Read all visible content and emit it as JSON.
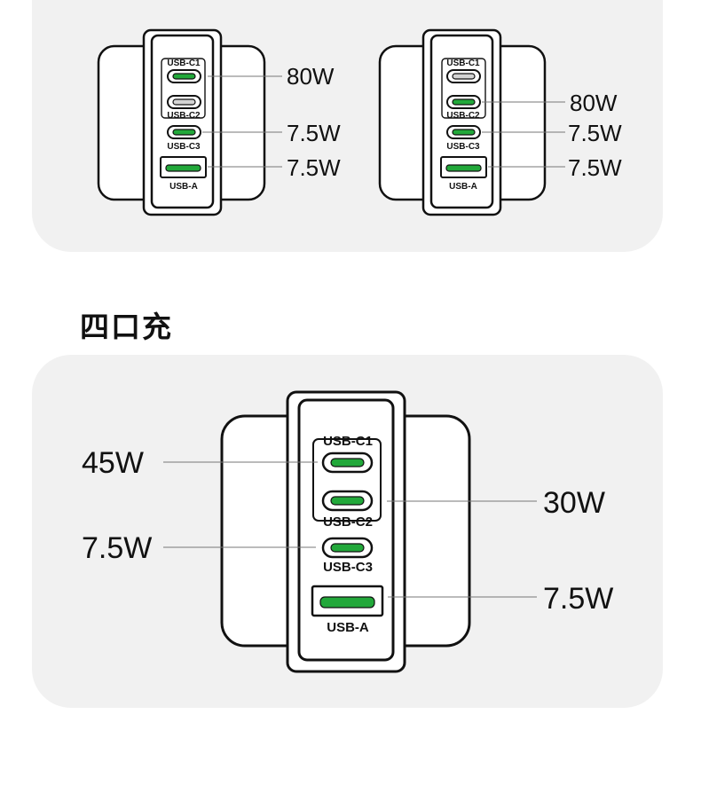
{
  "section_title": "四口充",
  "colors": {
    "active_port": "#22a83a",
    "inactive_port": "#d4d4d4",
    "outline": "#111111",
    "panel": "#f1f1f1"
  },
  "top_left": {
    "labels": {
      "c1": "USB-C1",
      "c2": "USB-C2",
      "c3": "USB-C3",
      "a": "USB-A"
    },
    "watts": {
      "c1": "80W",
      "c3": "7.5W",
      "a": "7.5W"
    },
    "active_ports": [
      "c1",
      "c3",
      "a"
    ]
  },
  "top_right": {
    "labels": {
      "c1": "USB-C1",
      "c2": "USB-C2",
      "c3": "USB-C3",
      "a": "USB-A"
    },
    "watts": {
      "c2": "80W",
      "c3": "7.5W",
      "a": "7.5W"
    },
    "active_ports": [
      "c2",
      "c3",
      "a"
    ]
  },
  "four_port": {
    "labels": {
      "c1": "USB-C1",
      "c2": "USB-C2",
      "c3": "USB-C3",
      "a": "USB-A"
    },
    "watts": {
      "c1": "45W",
      "c2": "30W",
      "c3": "7.5W",
      "a": "7.5W"
    },
    "active_ports": [
      "c1",
      "c2",
      "c3",
      "a"
    ]
  }
}
